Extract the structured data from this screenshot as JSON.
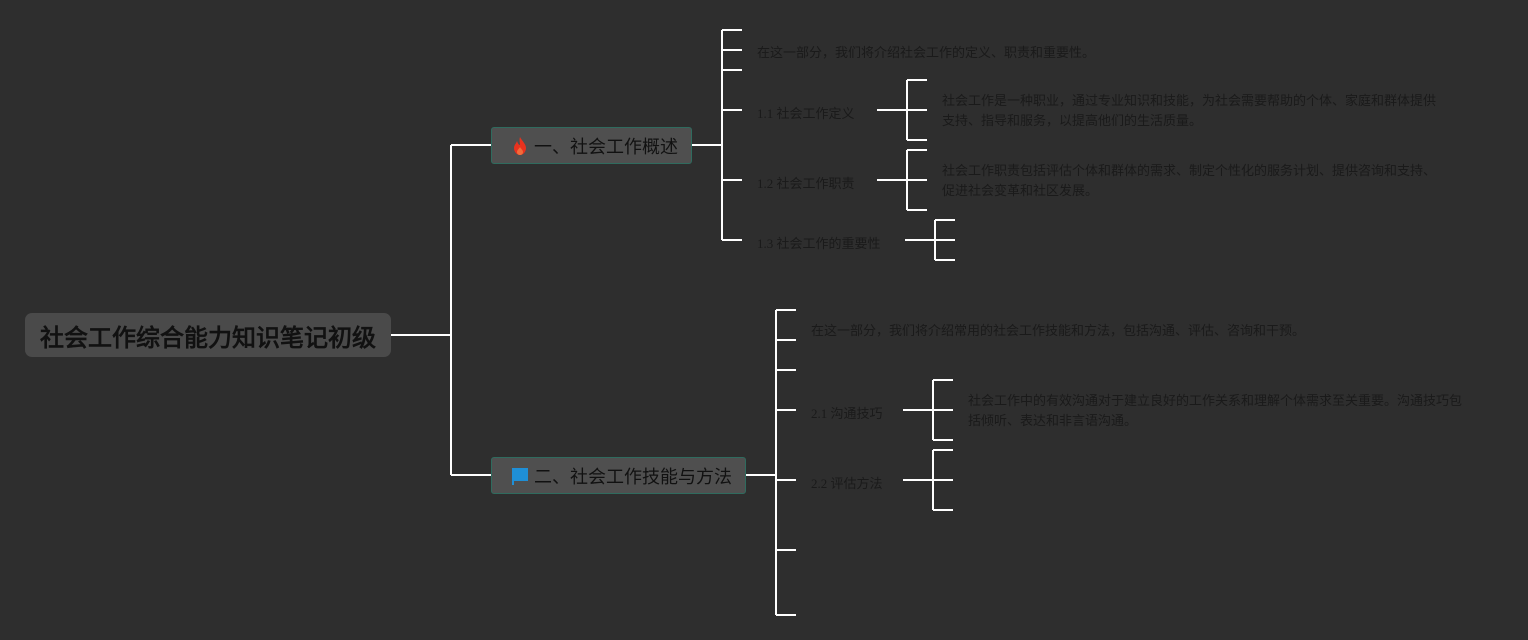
{
  "root": {
    "title": "社会工作综合能力知识笔记初级"
  },
  "branch1": {
    "label": "一、社会工作概述",
    "icon": "flame-icon",
    "intro": "在这一部分，我们将介绍社会工作的定义、职责和重要性。",
    "s1": {
      "label": "1.1 社会工作定义",
      "text": "社会工作是一种职业，通过专业知识和技能，为社会需要帮助的个体、家庭和群体提供支持、指导和服务，以提高他们的生活质量。"
    },
    "s2": {
      "label": "1.2 社会工作职责",
      "text": "社会工作职责包括评估个体和群体的需求、制定个性化的服务计划、提供咨询和支持、促进社会变革和社区发展。"
    },
    "s3": {
      "label": "1.3 社会工作的重要性"
    }
  },
  "branch2": {
    "label": "二、社会工作技能与方法",
    "icon": "flag-icon",
    "intro": "在这一部分，我们将介绍常用的社会工作技能和方法，包括沟通、评估、咨询和干预。",
    "s1": {
      "label": "2.1 沟通技巧",
      "text": "社会工作中的有效沟通对于建立良好的工作关系和理解个体需求至关重要。沟通技巧包括倾听、表达和非言语沟通。"
    },
    "s2": {
      "label": "2.2 评估方法"
    }
  },
  "colors": {
    "background": "#2e2e2e",
    "connector": "#ffffff",
    "icon_flame": "#e8321e",
    "icon_flag": "#1f8fd6"
  }
}
